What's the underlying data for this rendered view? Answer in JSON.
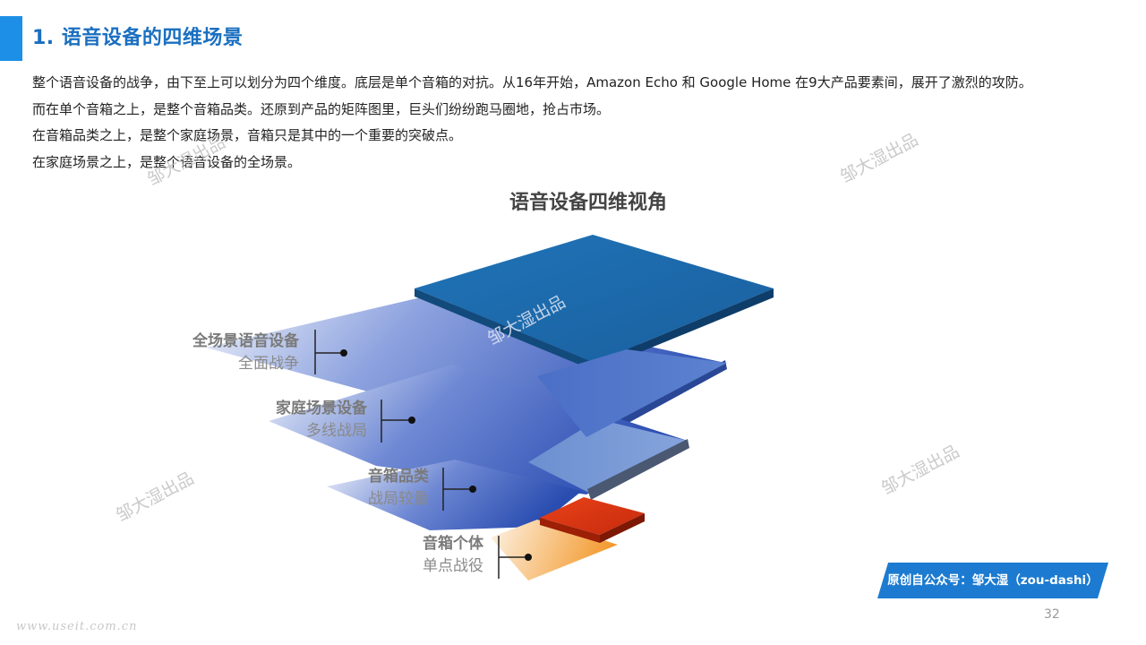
{
  "header": {
    "title": "1. 语音设备的四维场景",
    "accent_color": "#1e8fe6"
  },
  "intro": [
    "整个语音设备的战争，由下至上可以划分为四个维度。底层是单个音箱的对抗。从16年开始，Amazon Echo 和 Google Home 在9大产品要素间，展开了激烈的攻防。",
    "而在单个音箱之上，是整个音箱品类。还原到产品的矩阵图里，巨头们纷纷跑马圈地，抢占市场。",
    "在音箱品类之上，是整个家庭场景，音箱只是其中的一个重要的突破点。",
    "在家庭场景之上，是整个语音设备的全场景。"
  ],
  "diagram": {
    "title": "语音设备四维视角",
    "layers": [
      {
        "name": "全场景语音设备",
        "sub": "全面战争"
      },
      {
        "name": "家庭场景设备",
        "sub": "多线战局"
      },
      {
        "name": "音箱品类",
        "sub": "战局较量"
      },
      {
        "name": "音箱个体",
        "sub": "单点战役"
      }
    ],
    "colors": {
      "top_layer": "#1b67a8",
      "middle_layers": "#3f5fbf",
      "base_layer": "#e03a12"
    }
  },
  "watermark_text": "邹大湿出品",
  "source_badge": "原创自公众号：邹大湿（zou-dashi）",
  "page_number": "32",
  "site_watermark": "www.useit.com.cn"
}
